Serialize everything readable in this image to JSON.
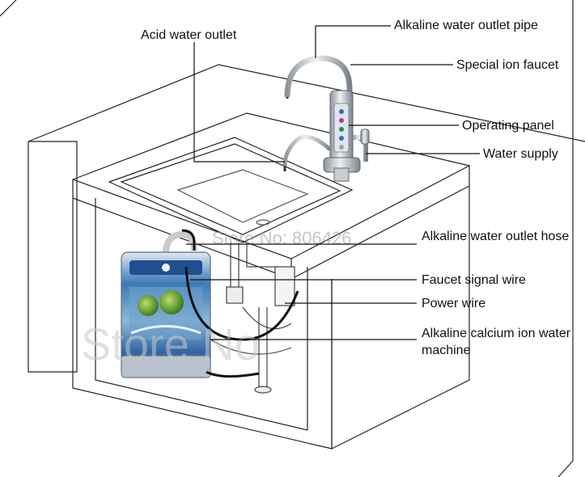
{
  "labels": {
    "acid_water_outlet": "Acid water outlet",
    "alkaline_water_outlet_pipe": "Alkaline water outlet pipe",
    "special_ion_faucet": "Special ion faucet",
    "operating_panel": "Operating panel",
    "water_supply": "Water supply",
    "alkaline_water_outlet_hose": "Alkaline water outlet hose",
    "faucet_signal_wire": "Faucet signal wire",
    "power_wire": "Power wire",
    "alkaline_calcium_ion_water_machine": "Alkaline calcium ion water machine"
  },
  "watermark": {
    "store_no": "Store No: 806426",
    "store_big": "Store No"
  },
  "colors": {
    "line": "#222222",
    "machine_blue": "#2a6fb5",
    "machine_green": "#4a8a2a",
    "chrome": "#b9bec4"
  }
}
